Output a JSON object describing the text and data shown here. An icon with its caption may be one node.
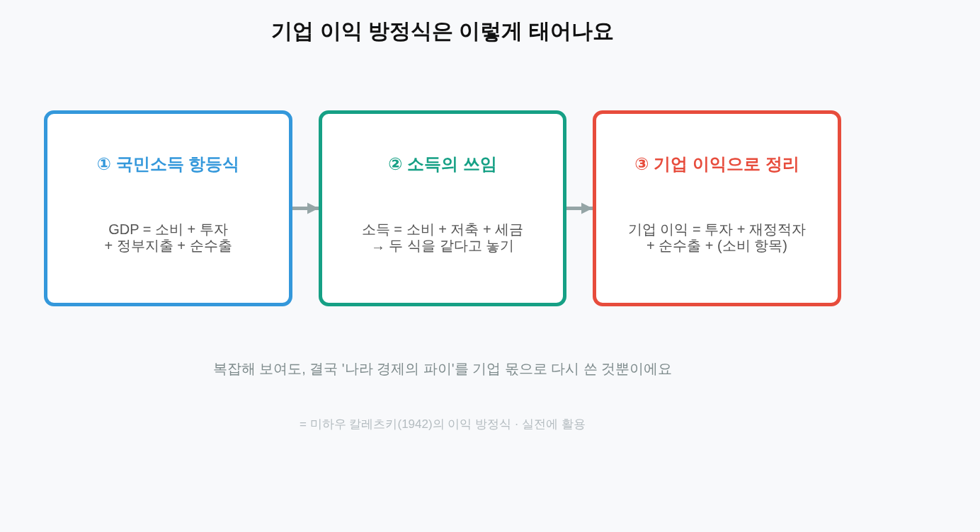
{
  "diagram": {
    "title": "기업 이익 방정식은 이렇게 태어나요",
    "nodes": [
      {
        "text": [
          "① 국민소득 항등식",
          "GDP = 소비 + 투자 + 정부지출 + 순수출"
        ]
      },
      {
        "text": [
          "② 소득의 쓰임",
          "소득 = 소비 + 저축 + 세금 → 두 식을 같다고 놓기"
        ]
      },
      {
        "text": [
          "③ 기업 이익으로 정리",
          "기업 이익 = 투자 + 재정적자 + 순수출 + (소비 항목)"
        ]
      }
    ],
    "edges": [
      {
        "from": 0,
        "to": 1,
        "arrow": "to"
      },
      {
        "from": 1,
        "to": 2,
        "arrow": "to"
      }
    ],
    "labels": [
      "복잡해 보여도, 결국 '나라 경제의 파이'를 기업 몫으로 다시 쓴 것뿐이에요",
      "= 미하우 칼레츠키(1942)의 이익 방정식 · 실전에 활용"
    ]
  }
}
